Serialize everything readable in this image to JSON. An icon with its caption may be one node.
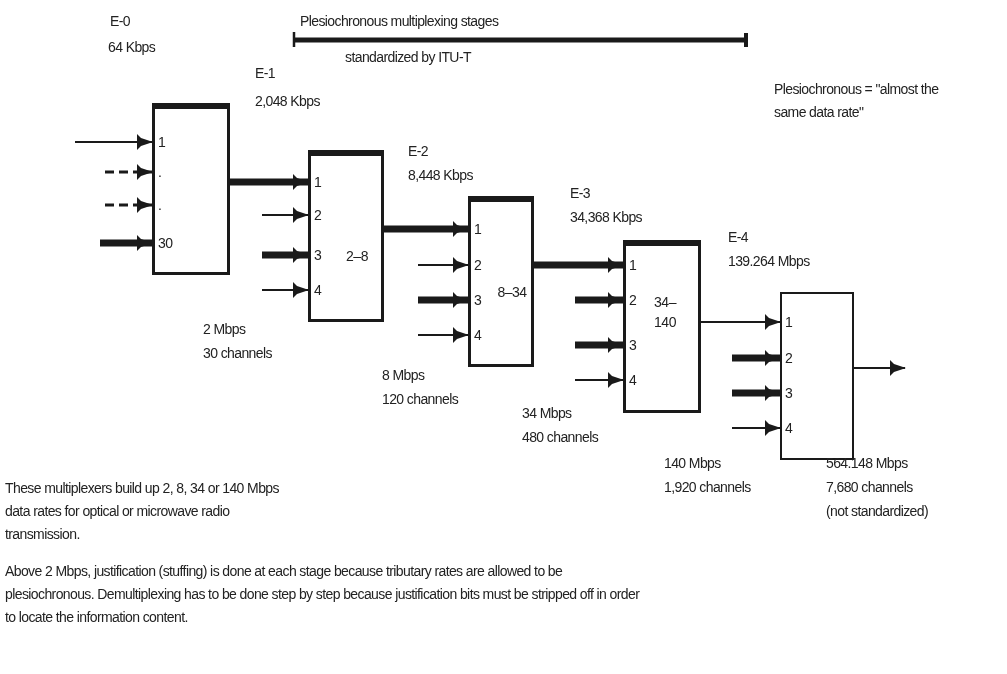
{
  "diagram": {
    "nodes": [
      {
        "text": [
          "1",
          ".",
          ".",
          "30"
        ]
      },
      {
        "text": [
          "1",
          "2",
          "3",
          "4",
          "2–8"
        ]
      },
      {
        "text": [
          "1",
          "2",
          "3",
          "4",
          "8–34"
        ]
      },
      {
        "text": [
          "1",
          "2",
          "3",
          "4",
          "34– 140"
        ]
      },
      {
        "text": [
          "1",
          "2",
          "3",
          "4"
        ]
      }
    ],
    "edges": [
      {
        "from": null,
        "to": 0,
        "arrow": "to"
      },
      {
        "from": null,
        "to": 0,
        "arrow": "to",
        "style": "dashed"
      },
      {
        "from": null,
        "to": 0,
        "arrow": "to",
        "style": "dashed"
      },
      {
        "from": null,
        "to": 0,
        "arrow": "to",
        "style": "thick"
      },
      {
        "from": 0,
        "to": 1,
        "arrow": "to",
        "style": "thick"
      },
      {
        "from": null,
        "to": 1,
        "arrow": "to"
      },
      {
        "from": null,
        "to": 1,
        "arrow": "to",
        "style": "thick"
      },
      {
        "from": null,
        "to": 1,
        "arrow": "to"
      },
      {
        "from": 1,
        "to": 2,
        "arrow": "to",
        "style": "thick"
      },
      {
        "from": null,
        "to": 2,
        "arrow": "to"
      },
      {
        "from": null,
        "to": 2,
        "arrow": "to",
        "style": "thick"
      },
      {
        "from": null,
        "to": 2,
        "arrow": "to"
      },
      {
        "from": 2,
        "to": 3,
        "arrow": "to",
        "style": "thick"
      },
      {
        "from": null,
        "to": 3,
        "arrow": "to",
        "style": "thick"
      },
      {
        "from": null,
        "to": 3,
        "arrow": "to",
        "style": "thick"
      },
      {
        "from": null,
        "to": 3,
        "arrow": "to"
      },
      {
        "from": 3,
        "to": 4,
        "arrow": "to"
      },
      {
        "from": null,
        "to": 4,
        "arrow": "to",
        "style": "thick"
      },
      {
        "from": null,
        "to": 4,
        "arrow": "to",
        "style": "thick"
      },
      {
        "from": null,
        "to": 4,
        "arrow": "to"
      },
      {
        "from": 4,
        "to": null,
        "arrow": "to"
      }
    ],
    "labels": [
      "E-0",
      "64 Kbps",
      "Plesiochronous multiplexing stages",
      "standardized by ITU-T",
      "E-1",
      "2,048 Kbps",
      "Plesiochronous = \"almost the same data rate\"",
      "E-2",
      "8,448 Kbps",
      "E-3",
      "34,368 Kbps",
      "E-4",
      "139.264 Mbps",
      "2 Mbps",
      "30 channels",
      "8 Mbps",
      "120 channels",
      "34 Mbps",
      "480 channels",
      "140 Mbps",
      "1,920 channels",
      "564.148 Mbps",
      "7,680 channels",
      "(not standardized)",
      "These multiplexers build up 2, 8, 34 or 140 Mbps data rates for optical or microwave radio transmission.",
      "Above 2 Mbps, justification (stuffing) is done at each stage because tributary rates are allowed to be plesiochronous. Demultiplexing has to be done step by step because justification bits must be stripped off in order to locate the information content."
    ]
  }
}
